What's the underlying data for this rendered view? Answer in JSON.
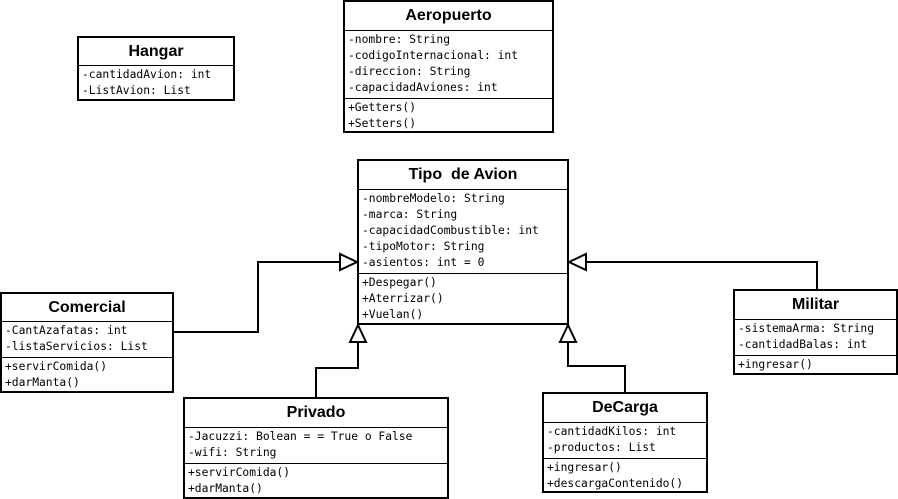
{
  "classes": {
    "aeropuerto": {
      "name": "Aeropuerto",
      "attributes": [
        "-nombre: String",
        "-codigoInternacional: int",
        "-direccion: String",
        "-capacidadAviones: int"
      ],
      "methods": [
        "+Getters()",
        "+Setters()"
      ]
    },
    "hangar": {
      "name": "Hangar",
      "attributes": [
        "-cantidadAvion: int",
        "-ListAvion: List"
      ]
    },
    "tipo_avion": {
      "name": "Tipo  de Avion",
      "attributes": [
        "-nombreModelo: String",
        "-marca: String",
        "-capacidadCombustible: int",
        "-tipoMotor: String",
        "-asientos: int = 0"
      ],
      "methods": [
        "+Despegar()",
        "+Aterrizar()",
        "+Vuelan()"
      ]
    },
    "comercial": {
      "name": "Comercial",
      "attributes": [
        "-CantAzafatas: int",
        "-listaServicios: List"
      ],
      "methods": [
        "+servirComida()",
        "+darManta()"
      ]
    },
    "militar": {
      "name": "Militar",
      "attributes": [
        "-sistemaArma: String",
        "-cantidadBalas: int"
      ],
      "methods": [
        "+ingresar()"
      ]
    },
    "privado": {
      "name": "Privado",
      "attributes": [
        "-Jacuzzi: Bolean = = True o False",
        "-wifi: String"
      ],
      "methods": [
        "+servirComida()",
        "+darManta()"
      ]
    },
    "decarga": {
      "name": "DeCarga",
      "attributes": [
        "-cantidadKilos: int",
        "-productos: List"
      ],
      "methods": [
        "+ingresar()",
        "+descargaContenido()"
      ]
    }
  }
}
